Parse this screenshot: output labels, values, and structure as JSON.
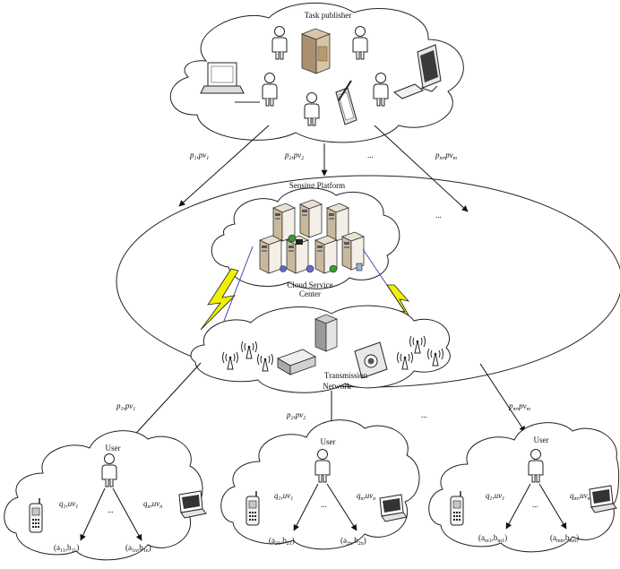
{
  "diagram": {
    "task_publisher": {
      "title": "Task publisher"
    },
    "sensing_platform": {
      "title": "Sensing Platform",
      "cloud_service_center": [
        "Cloud Service",
        "Center"
      ],
      "transmission_network": [
        "Transmission",
        "Network"
      ],
      "ellipsis": "..."
    },
    "top_edges": [
      {
        "p": "p",
        "p_sub": "1",
        "pv": "pv",
        "pv_sub": "1"
      },
      {
        "p": "p",
        "p_sub": "2",
        "pv": "pv",
        "pv_sub": "2"
      },
      {
        "ellipsis": "..."
      },
      {
        "p": "p",
        "p_sub": "m",
        "pv": "pv",
        "pv_sub": "m"
      }
    ],
    "bottom_edges": [
      {
        "p": "p",
        "p_sub": "1",
        "pv": "pv",
        "pv_sub": "1"
      },
      {
        "p": "p",
        "p_sub": "2",
        "pv": "pv",
        "pv_sub": "2"
      },
      {
        "ellipsis": "..."
      },
      {
        "p": "p",
        "p_sub": "m",
        "pv": "pv",
        "pv_sub": "m"
      }
    ],
    "user_groups": [
      {
        "user_label": "User",
        "left_edge": {
          "q": "q",
          "q_sub": "1",
          "uv": "uv",
          "uv_sub": "1"
        },
        "right_edge": {
          "q": "q",
          "q_sub": "n",
          "uv": "uv",
          "uv_sub": "n"
        },
        "ellipsis": "...",
        "left_pair": {
          "a": "a",
          "a_sub": "11",
          "b": "b",
          "b_sub": "11"
        },
        "right_pair": {
          "a": "a",
          "a_sub": "1n",
          "b": "b",
          "b_sub": "1n"
        }
      },
      {
        "user_label": "User",
        "left_edge": {
          "q": "q",
          "q_sub": "1",
          "uv": "uv",
          "uv_sub": "1"
        },
        "right_edge": {
          "q": "q",
          "q_sub": "n",
          "uv": "uv",
          "uv_sub": "n"
        },
        "ellipsis": "...",
        "left_pair": {
          "a": "a",
          "a_sub": "21",
          "b": "b",
          "b_sub": "21"
        },
        "right_pair": {
          "a": "a",
          "a_sub": "2n",
          "b": "b",
          "b_sub": "2n"
        }
      },
      {
        "user_label": "User",
        "left_edge": {
          "q": "q",
          "q_sub": "1",
          "uv": "uv",
          "uv_sub": "1"
        },
        "right_edge": {
          "q": "q",
          "q_sub": "m",
          "uv": "uv",
          "uv_sub": "n"
        },
        "ellipsis": "...",
        "left_pair": {
          "a": "a",
          "a_sub": "m1",
          "b": "b",
          "b_sub": "m1"
        },
        "right_pair": {
          "a": "a",
          "a_sub": "mn",
          "b": "b",
          "b_sub": "mn"
        }
      }
    ]
  }
}
